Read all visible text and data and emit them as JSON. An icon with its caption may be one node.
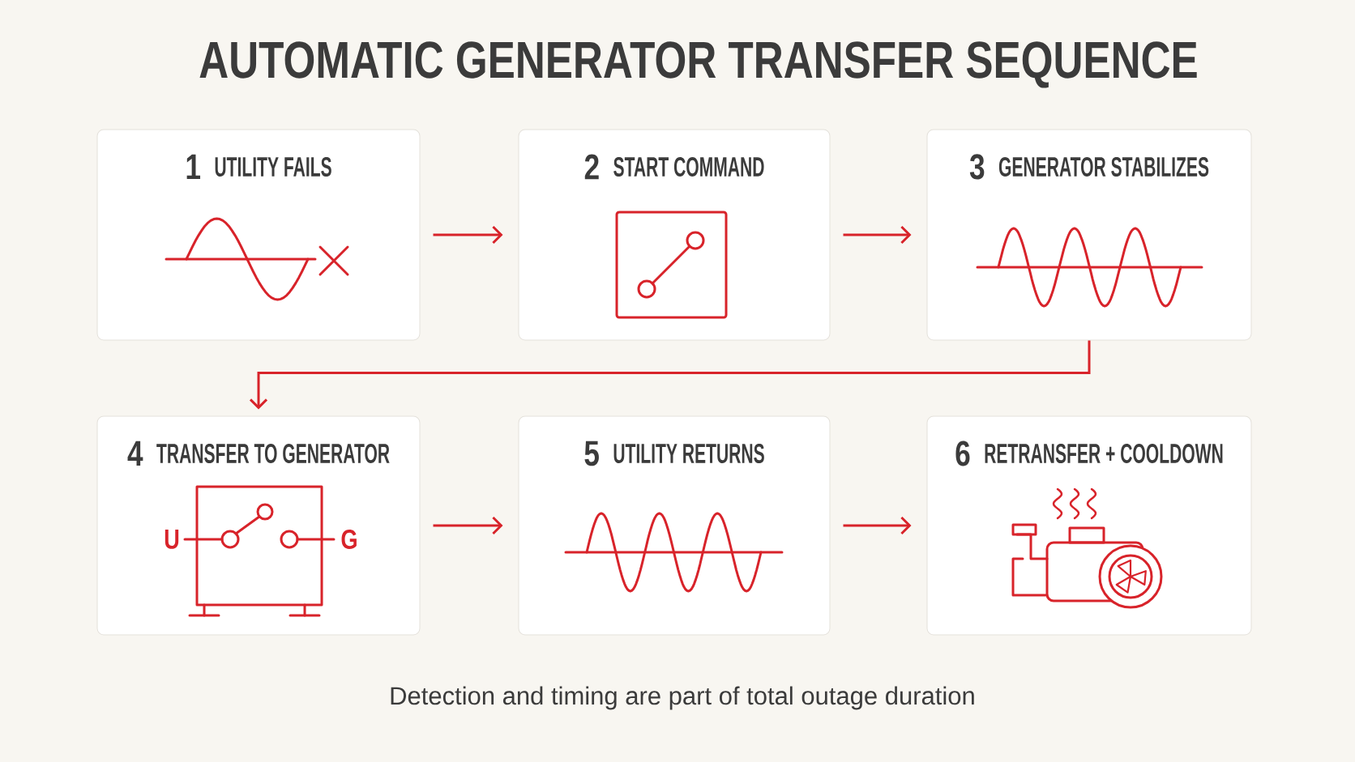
{
  "diagram": {
    "title": "AUTOMATIC GENERATOR TRANSFER SEQUENCE",
    "caption": "Detection and timing are part of total outage duration",
    "nodes": [
      {
        "text": [
          "1",
          "UTILITY FAILS"
        ]
      },
      {
        "text": [
          "2",
          "START COMMAND"
        ]
      },
      {
        "text": [
          "3",
          "GENERATOR STABILIZES"
        ]
      },
      {
        "text": [
          "4",
          "TRANSFER TO GENERATOR"
        ]
      },
      {
        "text": [
          "5",
          "UTILITY RETURNS"
        ]
      },
      {
        "text": [
          "6",
          "RETRANSFER + COOLDOWN"
        ]
      }
    ],
    "edges": [
      {
        "from": 0,
        "to": 1,
        "arrow": "to"
      },
      {
        "from": 1,
        "to": 2,
        "arrow": "to"
      },
      {
        "from": 2,
        "to": 3,
        "arrow": "to"
      },
      {
        "from": 3,
        "to": 4,
        "arrow": "to"
      },
      {
        "from": 4,
        "to": 5,
        "arrow": "to"
      }
    ],
    "labels": [
      "U",
      "G"
    ]
  }
}
